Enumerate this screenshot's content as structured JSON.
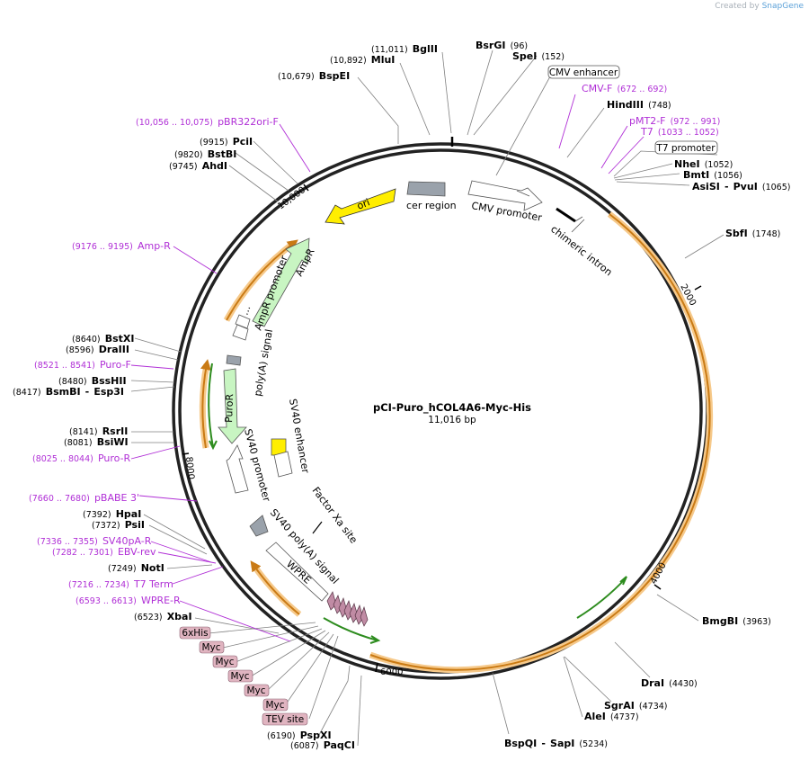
{
  "watermark": {
    "prefix": "Created by",
    "brand": "SnapGene"
  },
  "title": "pCI-Puro_hCOL4A6-Myc-His",
  "length_label": "11,016 bp",
  "ruler": {
    "r2000": "2000",
    "r4000": "4000",
    "r6000": "6000",
    "r8000": "8000",
    "r10000": "10,000"
  },
  "sites": {
    "bglII": {
      "name": "BglII",
      "pos": "(11,011)"
    },
    "mluI": {
      "name": "MluI",
      "pos": "(10,892)"
    },
    "bspEI": {
      "name": "BspEI",
      "pos": "(10,679)"
    },
    "bsrGI": {
      "name": "BsrGI",
      "pos": "(96)"
    },
    "speI": {
      "name": "SpeI",
      "pos": "(152)"
    },
    "hindIII": {
      "name": "HindIII",
      "pos": "(748)"
    },
    "nheI": {
      "name": "NheI",
      "pos": "(1052)"
    },
    "bmtI": {
      "name": "BmtI",
      "pos": "(1056)"
    },
    "asiSI": {
      "name": "AsiSI",
      "sep": "-",
      "name2": "PvuI",
      "pos": "(1065)"
    },
    "sbfI": {
      "name": "SbfI",
      "pos": "(1748)"
    },
    "pciI": {
      "name": "PciI",
      "pos": "(9915)"
    },
    "bstBI": {
      "name": "BstBI",
      "pos": "(9820)"
    },
    "ahdI": {
      "name": "AhdI",
      "pos": "(9745)"
    },
    "bstXI": {
      "name": "BstXI",
      "pos": "(8640)"
    },
    "draIII": {
      "name": "DraIII",
      "pos": "(8596)"
    },
    "bssHII": {
      "name": "BssHII",
      "pos": "(8480)"
    },
    "bsmBI": {
      "name": "BsmBI",
      "sep": "-",
      "name2": "Esp3I",
      "pos": "(8417)"
    },
    "rsrII": {
      "name": "RsrII",
      "pos": "(8141)"
    },
    "bsiWI": {
      "name": "BsiWI",
      "pos": "(8081)"
    },
    "hpaI": {
      "name": "HpaI",
      "pos": "(7392)"
    },
    "psiI": {
      "name": "PsiI",
      "pos": "(7372)"
    },
    "notI": {
      "name": "NotI",
      "pos": "(7249)"
    },
    "xbaI": {
      "name": "XbaI",
      "pos": "(6523)"
    },
    "pspXI": {
      "name": "PspXI",
      "pos": "(6190)"
    },
    "paqCI": {
      "name": "PaqCI",
      "pos": "(6087)"
    },
    "bspQI": {
      "name": "BspQI",
      "sep": "-",
      "name2": "SapI",
      "pos": "(5234)"
    },
    "aleI": {
      "name": "AleI",
      "pos": "(4737)"
    },
    "sgrAI": {
      "name": "SgrAI",
      "pos": "(4734)"
    },
    "draI": {
      "name": "DraI",
      "pos": "(4430)"
    },
    "bmgBI": {
      "name": "BmgBI",
      "pos": "(3963)"
    }
  },
  "primers": {
    "pbr322": {
      "name": "pBR322ori-F",
      "pos": "(10,056 .. 10,075)"
    },
    "ampR": {
      "name": "Amp-R",
      "pos": "(9176 .. 9195)"
    },
    "puroF": {
      "name": "Puro-F",
      "pos": "(8521 .. 8541)"
    },
    "puroR": {
      "name": "Puro-R",
      "pos": "(8025 .. 8044)"
    },
    "pbabe": {
      "name": "pBABE 3'",
      "pos": "(7660 .. 7680)"
    },
    "sv40pa": {
      "name": "SV40pA-R",
      "pos": "(7336 .. 7355)"
    },
    "ebv": {
      "name": "EBV-rev",
      "pos": "(7282 .. 7301)"
    },
    "t7term": {
      "name": "T7 Term",
      "pos": "(7216 .. 7234)"
    },
    "wpre": {
      "name": "WPRE-R",
      "pos": "(6593 .. 6613)"
    },
    "cmvF": {
      "name": "CMV-F",
      "pos": "(672 .. 692)"
    },
    "pmt2": {
      "name": "pMT2-F",
      "pos": "(972 .. 991)"
    },
    "t7": {
      "name": "T7",
      "pos": "(1033 .. 1052)"
    }
  },
  "boxes": {
    "cmvEnh": "CMV enhancer",
    "t7prom": "T7 promoter"
  },
  "tags": [
    "6xHis",
    "Myc",
    "Myc",
    "Myc",
    "Myc",
    "Myc",
    "TEV site"
  ],
  "features": {
    "ori": "ori",
    "cer": "cer region",
    "cmvProm": "CMV promoter",
    "chimeric": "chimeric intron",
    "ampR": "AmpR",
    "ampRProm": "AmpR promoter",
    "polyA": "poly(A) signal",
    "puroR": "PuroR",
    "sv40Prom": "SV40 promoter",
    "sv40Enh": "SV40 enhancer",
    "factorXa": "Factor Xa site",
    "sv40PolyA": "SV40 poly(A) signal",
    "wpre": "WPRE",
    "ampRDots": "..."
  },
  "colors": {
    "primer": "#b02fd6",
    "orf": "#c97a14",
    "orfGlow": "#f6c98a",
    "yellow": "#ffee00",
    "tagFill": "#e0b4c0",
    "green": "#2d8c1e",
    "greenFill": "#c8f5c2"
  }
}
